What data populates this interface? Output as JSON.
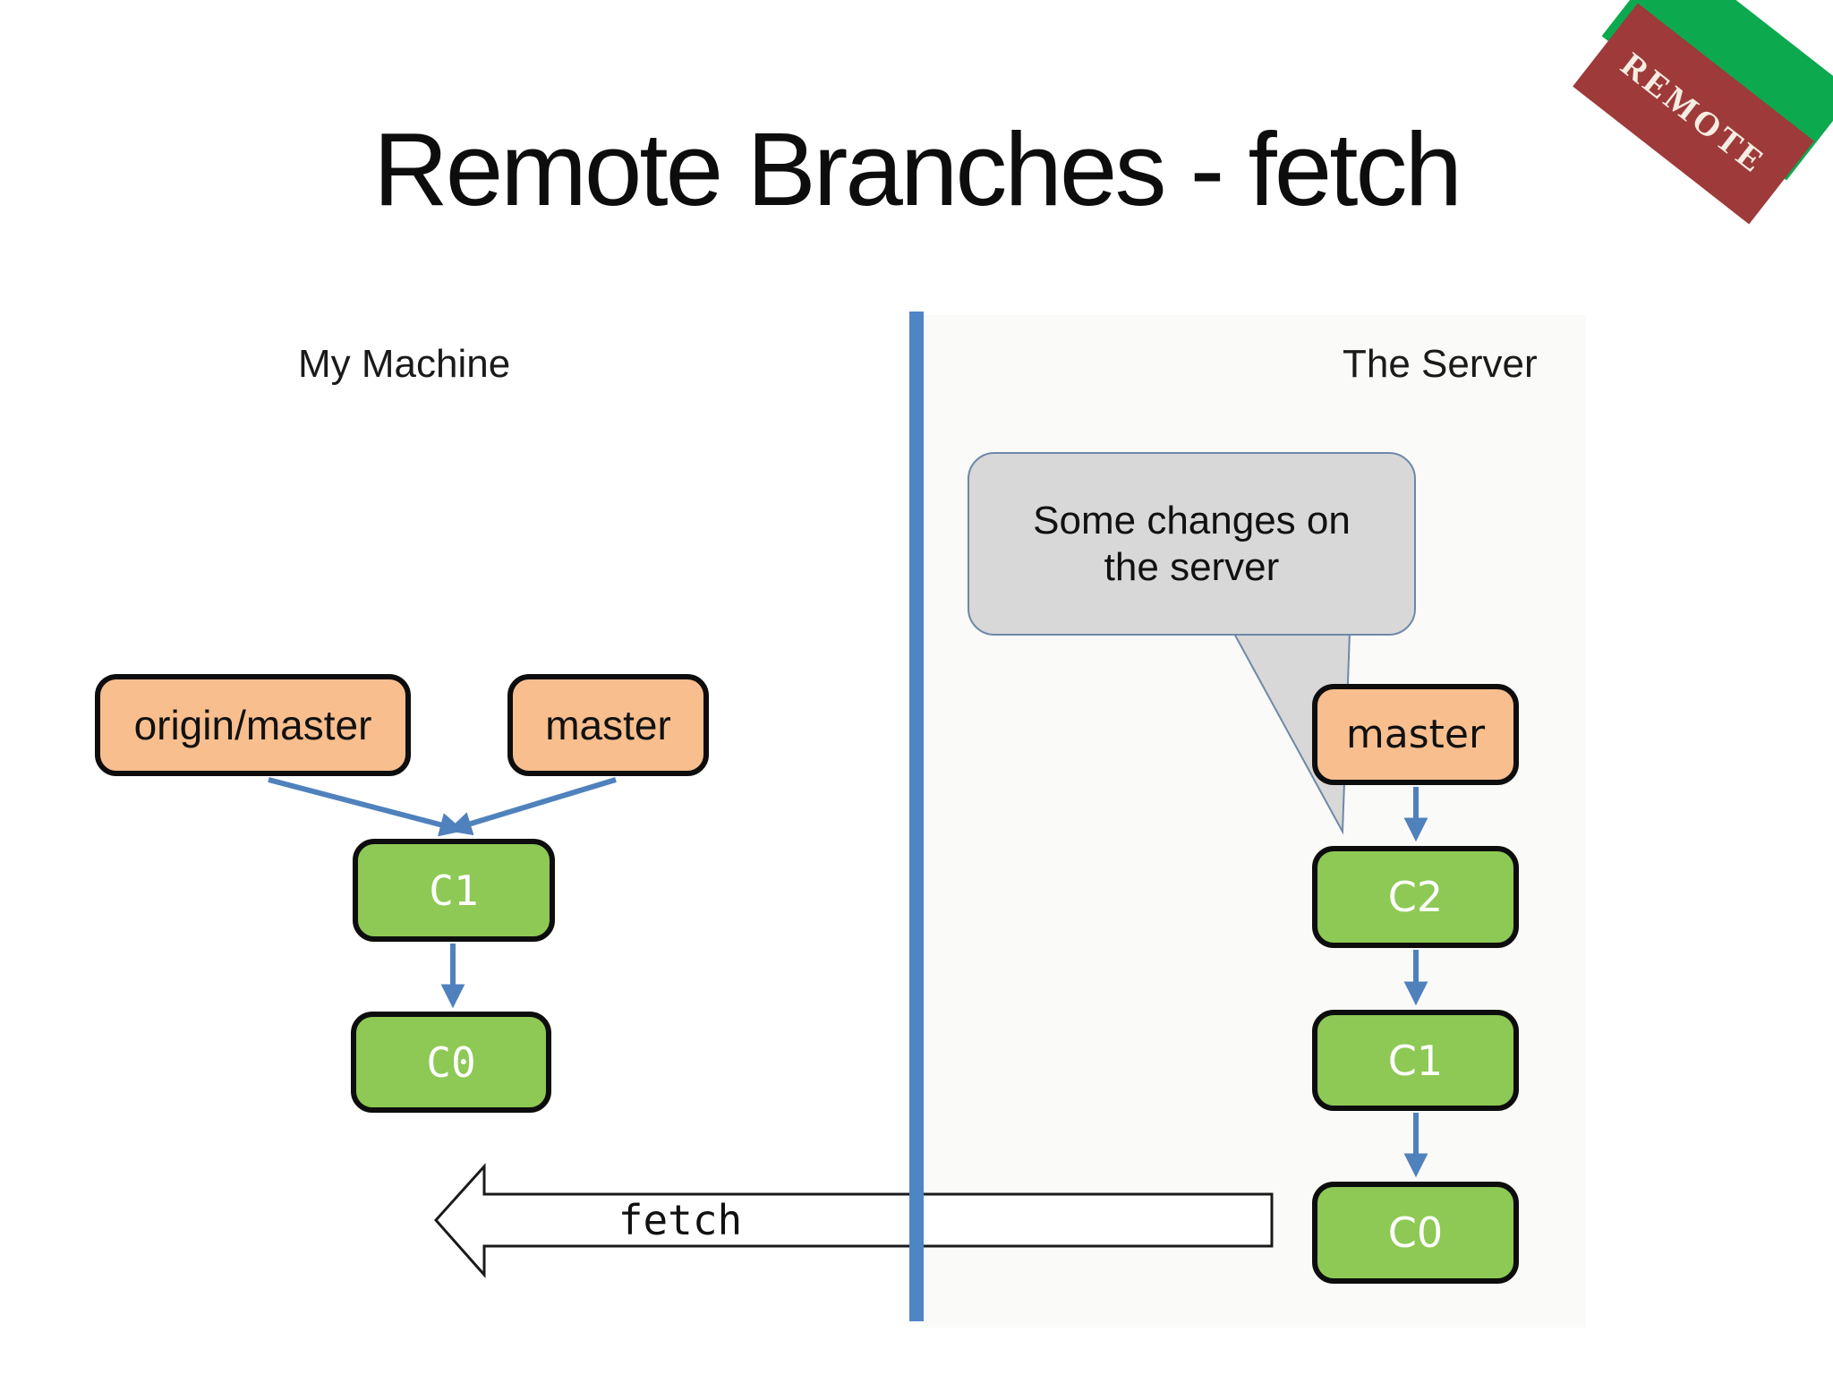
{
  "slide": {
    "title": "Remote Branches - fetch",
    "badge": {
      "label": "REMOTE"
    },
    "left_panel": {
      "label": "My Machine",
      "branch_labels": [
        {
          "label": "origin/master"
        },
        {
          "label": "master"
        }
      ],
      "commits": [
        {
          "label": "C1"
        },
        {
          "label": "C0"
        }
      ]
    },
    "right_panel": {
      "label": "The Server",
      "callout": {
        "line1": "Some changes on",
        "line2": "the server"
      },
      "branch_labels": [
        {
          "label": "master"
        }
      ],
      "commits": [
        {
          "label": "C2"
        },
        {
          "label": "C1"
        },
        {
          "label": "C0"
        }
      ]
    },
    "fetch_arrow": {
      "label": "fetch"
    },
    "colors": {
      "branch_box": "#F8BE8E",
      "commit_box": "#8DC954",
      "arrow_blue": "#4F81BD",
      "divider_blue": "#4E86C4",
      "callout_fill": "#D8D8D8",
      "badge_maroon": "#9E3A3A",
      "badge_green": "#0CA94F"
    }
  }
}
